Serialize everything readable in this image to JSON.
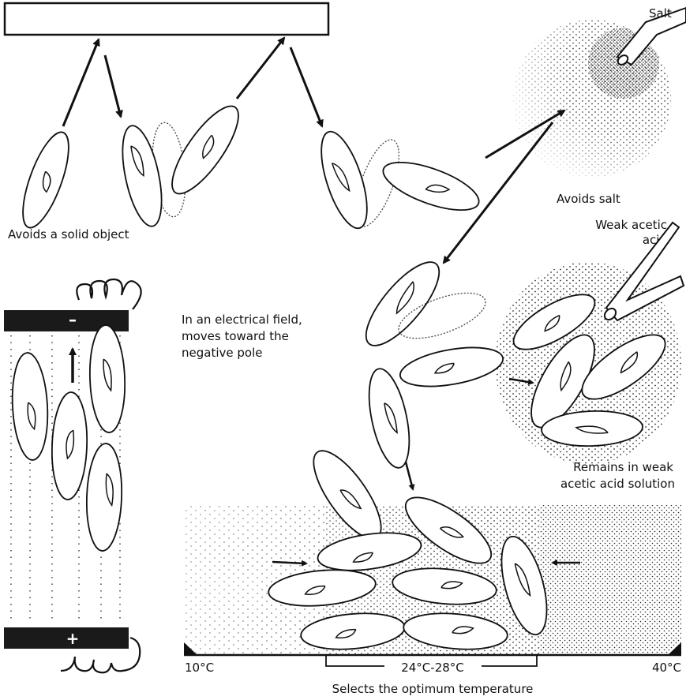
{
  "labels": {
    "solid_object": "Avoids a solid object",
    "salt_source": "Salt",
    "avoids_salt": "Avoids salt",
    "acid_source_line1": "Weak acetic",
    "acid_source_line2": "acid",
    "electric_line1": "In an electrical field,",
    "electric_line2": "moves toward the",
    "electric_line3": "negative pole",
    "acid_result_line1": "Remains in weak",
    "acid_result_line2": "acetic acid solution",
    "temp_low": "10°C",
    "temp_high": "40°C",
    "temp_range": "24°C-28°C",
    "temp_caption": "Selects the optimum temperature",
    "negative_sign": "–",
    "positive_sign": "+"
  },
  "colors": {
    "ink": "#111111",
    "paper": "#ffffff",
    "electrode": "#1a1a1a"
  }
}
